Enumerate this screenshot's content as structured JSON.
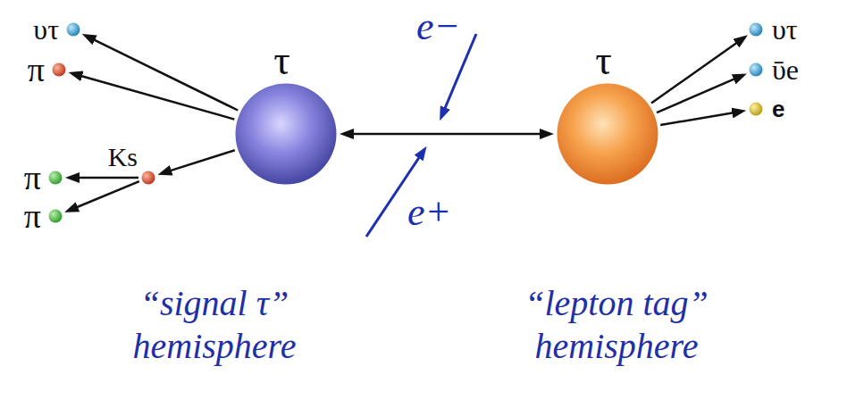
{
  "diagram": {
    "nodes": [
      {
        "text": [
          "τ"
        ]
      },
      {
        "text": [
          "τ"
        ]
      },
      {
        "text": [
          "υτ"
        ]
      },
      {
        "text": [
          "π"
        ]
      },
      {
        "text": [
          "Ks"
        ]
      },
      {
        "text": [
          "π"
        ]
      },
      {
        "text": [
          "π"
        ]
      },
      {
        "text": [
          "υτ"
        ]
      },
      {
        "text": [
          "ῡe"
        ]
      },
      {
        "text": [
          "e"
        ]
      }
    ],
    "edges": [
      {
        "from": 0,
        "to": 1,
        "arrow": "both"
      },
      {
        "from": 0,
        "to": 2,
        "arrow": "to"
      },
      {
        "from": 0,
        "to": 3,
        "arrow": "to"
      },
      {
        "from": 0,
        "to": 4,
        "arrow": "to"
      },
      {
        "from": 4,
        "to": 5,
        "arrow": "to"
      },
      {
        "from": 4,
        "to": 6,
        "arrow": "to"
      },
      {
        "from": 1,
        "to": 7,
        "arrow": "to"
      },
      {
        "from": 1,
        "to": 8,
        "arrow": "to"
      },
      {
        "from": 1,
        "to": 9,
        "arrow": "to"
      }
    ],
    "labels": [
      "e−",
      "e+",
      "“signal τ” hemisphere",
      "“lepton tag” hemisphere"
    ]
  }
}
